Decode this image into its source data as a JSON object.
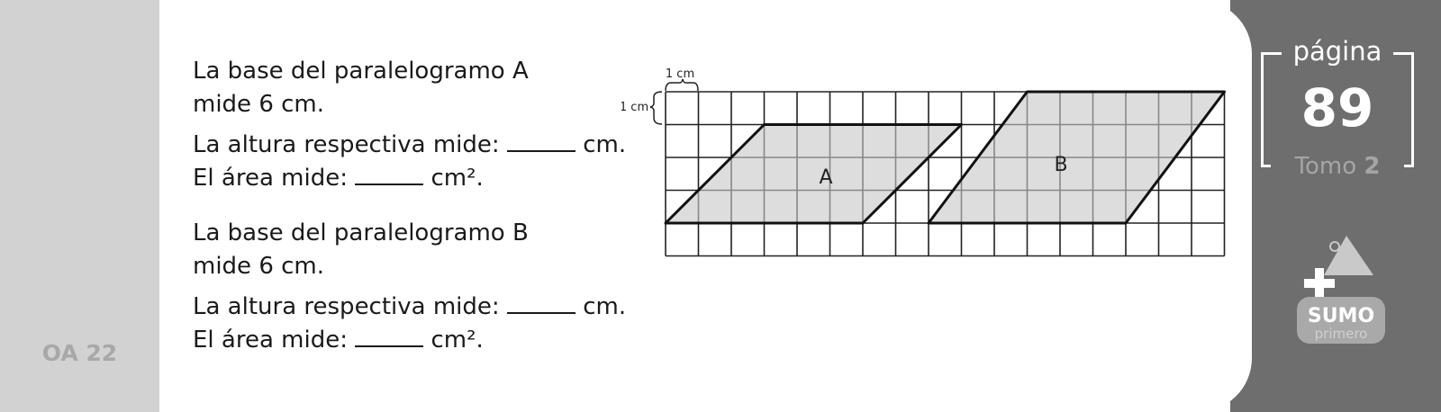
{
  "sidebar": {
    "code": "OA 22"
  },
  "page_badge": {
    "label": "página",
    "number": "89",
    "tomo_label": "Tomo",
    "tomo_number": "2"
  },
  "logo": {
    "line1": "SUMO",
    "line2": "primero"
  },
  "questions": [
    {
      "base_line1": "La base del paralelogramo A",
      "base_line2": "mide 6 cm.",
      "height_prefix": "La altura respectiva mide:",
      "height_unit": "cm.",
      "area_prefix": "El área mide:",
      "area_unit": "cm²."
    },
    {
      "base_line1": "La base del paralelogramo B",
      "base_line2": "mide 6 cm.",
      "height_prefix": "La altura respectiva mide:",
      "height_unit": "cm.",
      "area_prefix": "El área mide:",
      "area_unit": "cm²."
    }
  ],
  "diagram": {
    "unit_top": "1 cm",
    "unit_left": "1 cm",
    "label_a": "A",
    "label_b": "B",
    "grid_cols": 17,
    "grid_rows": 5
  },
  "colors": {
    "band": "#d2d2d2",
    "panel": "#6e6e6e",
    "fill": "#dddddd"
  }
}
